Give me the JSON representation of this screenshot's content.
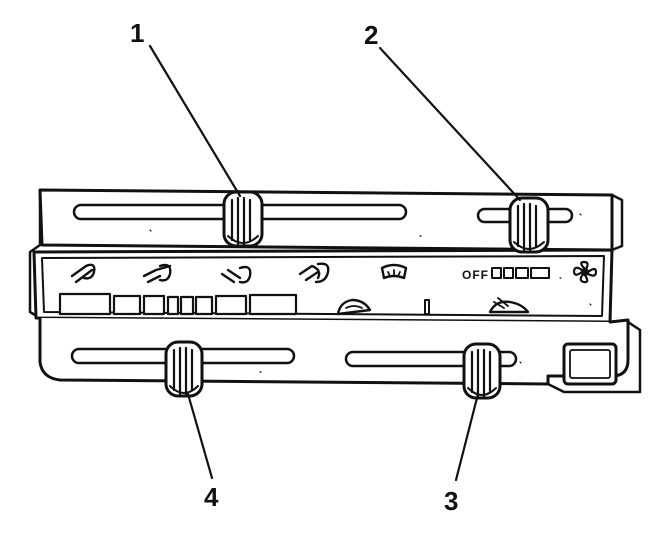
{
  "callouts": [
    {
      "id": "1",
      "label": "1"
    },
    {
      "id": "2",
      "label": "2"
    },
    {
      "id": "3",
      "label": "3"
    },
    {
      "id": "4",
      "label": "4"
    }
  ],
  "panel": {
    "fan_off_label": "OFF"
  },
  "icons": [
    "vent-mode-icon",
    "bi-level-mode-icon",
    "floor-mode-icon",
    "blend-mode-icon",
    "defrost-mode-icon",
    "fan-icon",
    "recirculation-icon",
    "outside-air-icon"
  ],
  "colors": {
    "ink": "#111111",
    "paper": "#ffffff",
    "panel_fill": "#f4f4f4"
  }
}
